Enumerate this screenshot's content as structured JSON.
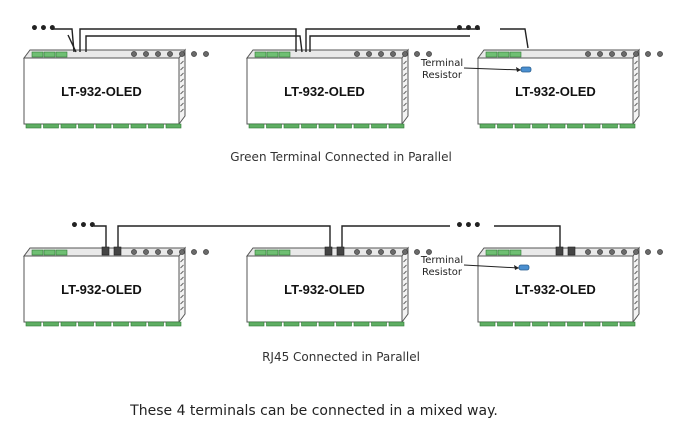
{
  "device_label": "LT-932-OLED",
  "continuation_symbol": "•••",
  "resistor_label_line1": "Terminal",
  "resistor_label_line2": "Resistor",
  "sections": [
    {
      "caption": "Green Terminal Connected in Parallel"
    },
    {
      "caption": "RJ45 Connected in Parallel"
    }
  ],
  "footer_note": "These 4 terminals can be connected in a mixed way.",
  "colors": {
    "terminal_green": "#6fbf73",
    "resistor_blue": "#4a8fd0",
    "wire": "#222222"
  }
}
